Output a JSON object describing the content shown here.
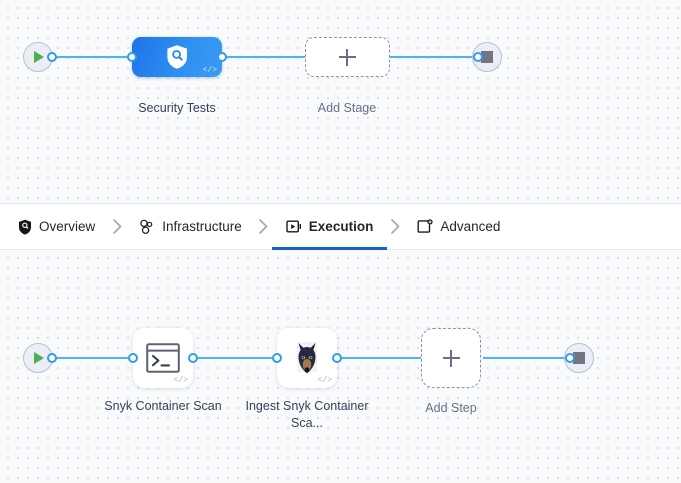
{
  "canvas_stages": {
    "start_node": {
      "icon": "play-icon",
      "title": "Pipeline Start"
    },
    "end_node": {
      "icon": "stop-icon",
      "title": "Pipeline End"
    },
    "stage": {
      "label": "Security Tests",
      "icon": "shield-search-icon",
      "code_mark": "</>",
      "color": "#2d8ff0"
    },
    "add_stage": {
      "label": "Add Stage",
      "icon": "plus-icon"
    }
  },
  "tabbar": {
    "separator": "›",
    "tabs": [
      {
        "label": "Overview",
        "icon": "shield-icon",
        "active": false
      },
      {
        "label": "Infrastructure",
        "icon": "nodes-icon",
        "active": false
      },
      {
        "label": "Execution",
        "icon": "play-box-icon",
        "active": true
      },
      {
        "label": "Advanced",
        "icon": "settings-box-icon",
        "active": false
      }
    ],
    "active_color": "#1266c9"
  },
  "canvas_steps": {
    "start_node": {
      "icon": "play-icon",
      "title": "Execution Start"
    },
    "end_node": {
      "icon": "stop-icon",
      "title": "Execution End"
    },
    "steps": [
      {
        "label": "Snyk Container Scan",
        "icon": "terminal-icon",
        "code_mark": "</>"
      },
      {
        "label": "Ingest Snyk Container Sca...",
        "icon": "snyk-doberman-icon",
        "code_mark": "</>"
      }
    ],
    "add_step": {
      "label": "Add Step",
      "icon": "plus-icon"
    }
  }
}
